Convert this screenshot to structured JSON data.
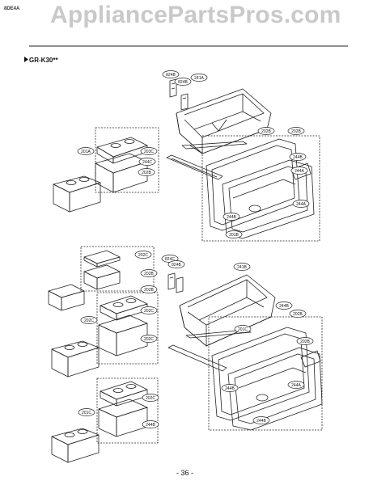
{
  "header": {
    "watermark": "AppliancePartsPros.com",
    "corner_tag": "8DE4A"
  },
  "section": {
    "marker_icon": "triangle-right-icon",
    "model": "GR-K30**"
  },
  "upper_callouts": [
    "824B",
    "824B",
    "241A",
    "201A",
    "203C",
    "244C",
    "202B",
    "202B",
    "202B",
    "244B",
    "244A",
    "244A",
    "244B",
    "201B"
  ],
  "lower_callouts": [
    "202C",
    "202B",
    "202B",
    "824C",
    "824B",
    "241B",
    "202C",
    "202C",
    "202C",
    "244B",
    "202B",
    "202B",
    "201C",
    "244B",
    "244A",
    "244B",
    "201C",
    "202C",
    "244B"
  ],
  "footer": {
    "page": "- 36 -"
  },
  "colors": {
    "line": "#222222",
    "watermark": "#c9c9c9",
    "paper": "#ffffff"
  }
}
